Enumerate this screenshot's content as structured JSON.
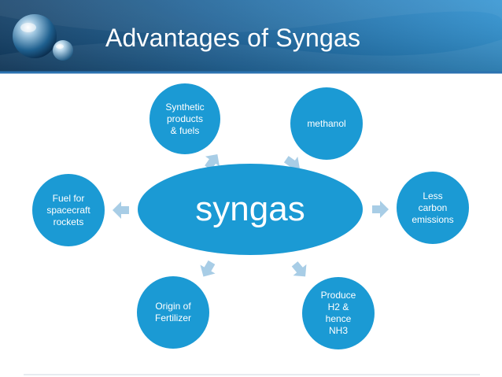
{
  "title": "Advantages of Syngas",
  "colors": {
    "header_dark": "#0a3d66",
    "header_light": "#1f7fbf",
    "node": "#1b9ad4",
    "arrow": "#a8cde6",
    "divider": "#2b72b0"
  },
  "icons": [
    "sphere-logo-icon"
  ],
  "diagram": {
    "center": {
      "label": "syngas"
    },
    "nodes": [
      {
        "id": "synthetic",
        "label": "Synthetic\nproducts\n& fuels"
      },
      {
        "id": "methanol",
        "label": "methanol"
      },
      {
        "id": "emissions",
        "label": "Less\ncarbon\nemissions"
      },
      {
        "id": "h2",
        "label": "Produce\nH2 &\nhence\nNH3"
      },
      {
        "id": "fertilizer",
        "label": "Origin of\nFertilizer"
      },
      {
        "id": "spacecraft",
        "label": "Fuel for\nspacecraft\nrockets"
      }
    ]
  }
}
